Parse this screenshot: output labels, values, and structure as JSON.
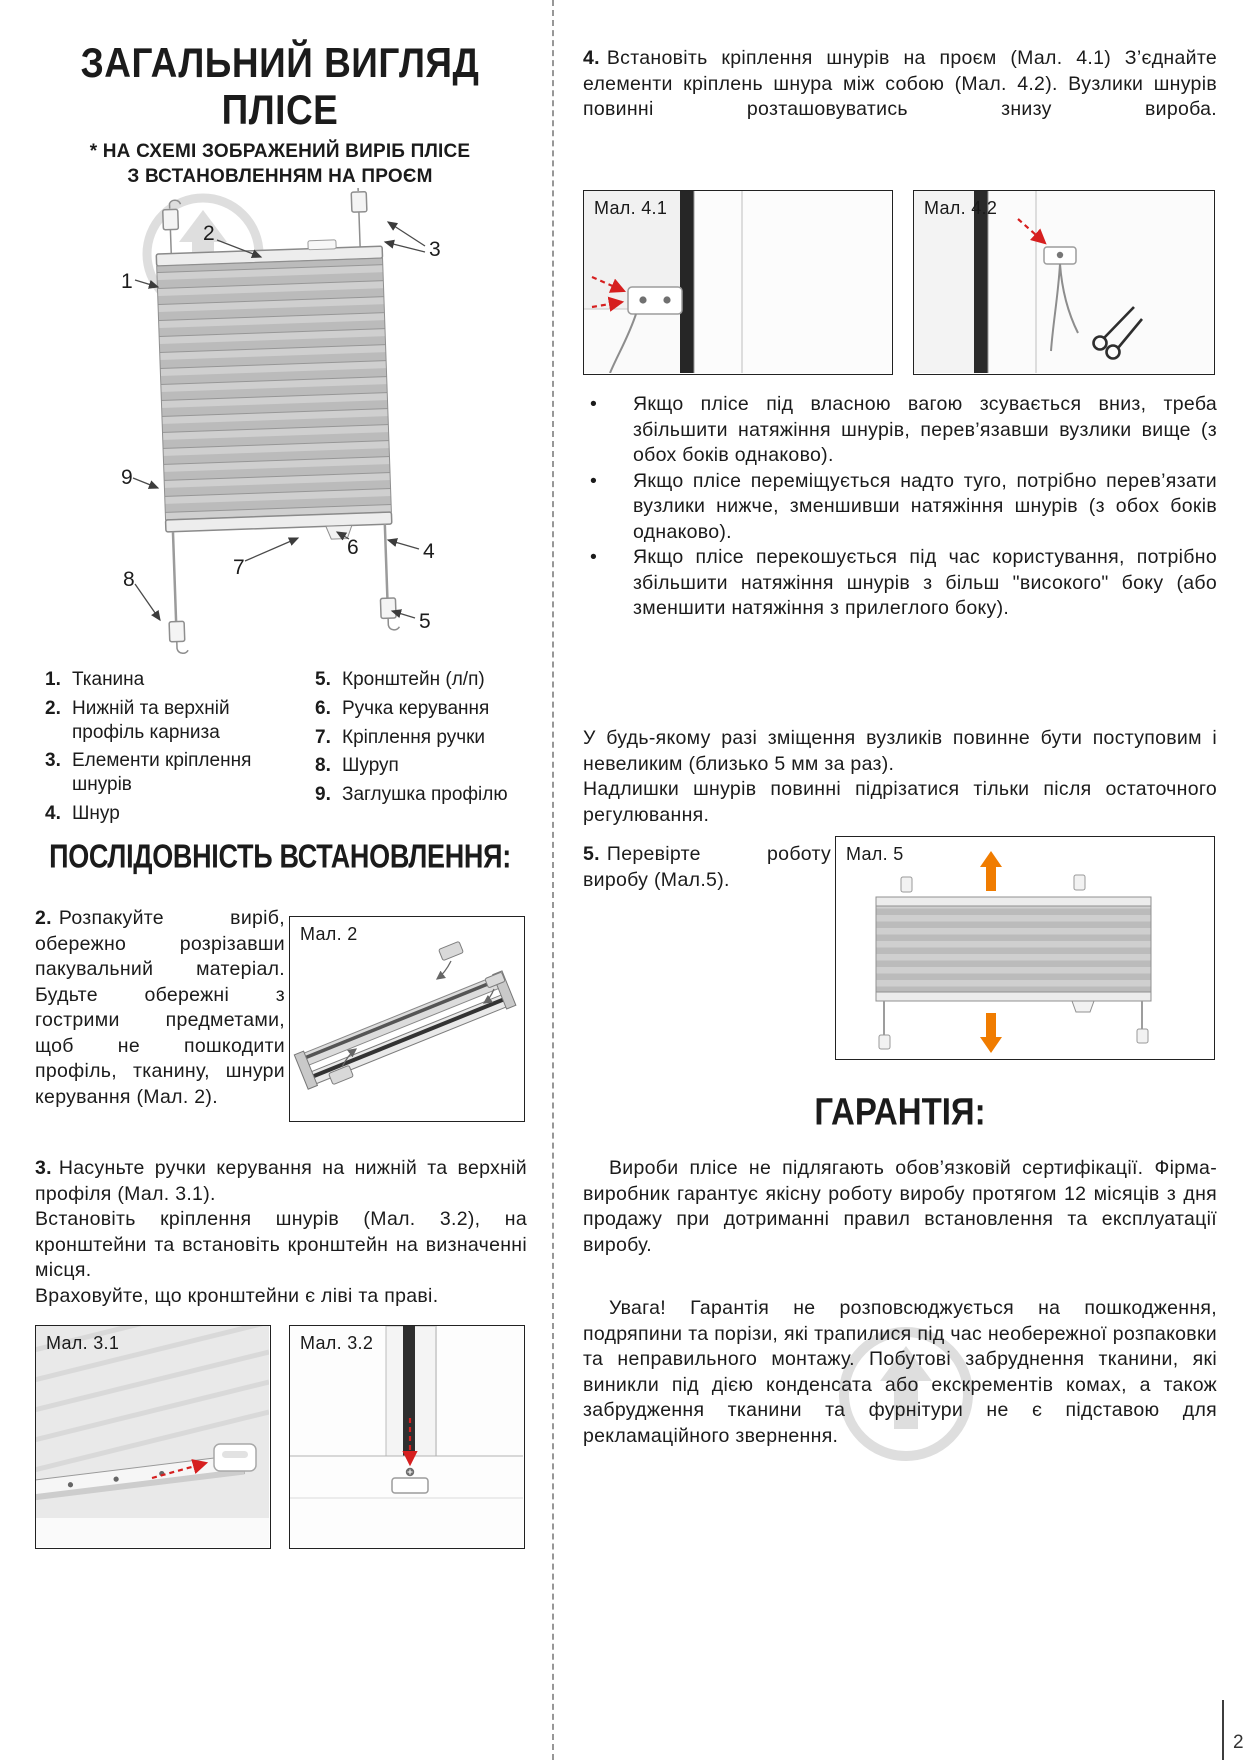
{
  "page": {
    "number": "2",
    "bullet_char": "•"
  },
  "left": {
    "title_line1": "ЗАГАЛЬНИЙ ВИГЛЯД",
    "title_line2": "ПЛІСЕ",
    "subtitle_line1": "* НА СХЕМІ ЗОБРАЖЕНИЙ ВИРІБ ПЛІСЕ",
    "subtitle_line2": "З ВСТАНОВЛЕННЯМ НА ПРОЄМ",
    "legend": {
      "col1": [
        {
          "num": "1.",
          "label": "Тканина"
        },
        {
          "num": "2.",
          "label": "Нижній та верхній профіль карниза"
        },
        {
          "num": "3.",
          "label": "Елементи кріплення шнурів"
        },
        {
          "num": "4.",
          "label": "Шнур"
        }
      ],
      "col2": [
        {
          "num": "5.",
          "label": "Кронштейн (л/п)"
        },
        {
          "num": "6.",
          "label": "Ручка керування"
        },
        {
          "num": "7.",
          "label": "Кріплення ручки"
        },
        {
          "num": "8.",
          "label": "Шуруп"
        },
        {
          "num": "9.",
          "label": "Заглушка профілю"
        }
      ]
    },
    "section_title": "ПОСЛІДОВНІСТЬ ВСТАНОВЛЕННЯ:",
    "step2": {
      "num": "2.",
      "body": "Розпакуйте виріб, обережно розрізавши пакувальний матеріал. Будьте обережні з гострими предметами, щоб не пошкодити профіль, тканину, шнури керування (Мал. 2)."
    },
    "fig2_label": "Мал. 2",
    "step3": {
      "num": "3.",
      "body1": "Насуньте ручки керування на нижній та верхній профіля (Мал. 3.1).",
      "body2": "Встановіть кріплення шнурів (Мал. 3.2), на кронштейни та встановіть кронштейн на визначенні місця.",
      "body3": "Враховуйте, що кронштейни є ліві та праві."
    },
    "fig31_label": "Мал. 3.1",
    "fig32_label": "Мал. 3.2"
  },
  "right": {
    "step4": {
      "num": "4.",
      "body": "Встановіть кріплення шнурів на проєм (Мал. 4.1) З’єднайте елементи кріплень шнура між собою (Мал. 4.2). Вузлики шнурів повинні розташовуватись знизу вироба."
    },
    "fig41_label": "Мал. 4.1",
    "fig42_label": "Мал. 4.2",
    "bullets": [
      "Якщо плісе під власною вагою зсувається вниз, треба збільшити натяжіння шнурів, перев’язавши вузлики вище (з обох боків однаково).",
      "Якщо плісе переміщується надто туго, потрібно перев’язати вузлики нижче, зменшивши натяжіння шнурів (з обох боків однаково).",
      "Якщо плісе перекошується під час користування, потрібно збільшити натяжіння шнурів з більш \"високого\" боку (або зменшити натяжіння з прилеглого боку)."
    ],
    "note1": "У будь-якому разі зміщення вузликів повинне бути поступовим і невеликим (близько 5 мм за раз).",
    "note2": "Надлишки шнурів повинні підрізатися тільки після остаточного регулювання.",
    "step5": {
      "num": "5.",
      "body": "Перевірте роботу виробу (Мал.5)."
    },
    "fig5_label": "Мал. 5",
    "warranty_title": "ГАРАНТІЯ:",
    "warranty_p1": "Вироби плісе не підлягають обов’язковій сертифікації. Фірма-виробник гарантує якісну роботу виробу протягом 12 місяців з дня продажу при дотриманні правил встановлення та експлуатації виробу.",
    "warranty_p2": "Увага! Гарантія не розповсюджується на пошкодження, подряпини та порізи, які трапилися під час необережної розпаковки та неправильного монтажу. Побутові забруднення тканини, які виникли під дією конденсата або екскрементів комах, а також забрудження тканини та фурнітури не є підставою для рекламаційного звернення."
  },
  "diagram": {
    "callouts": [
      "1",
      "2",
      "3",
      "4",
      "5",
      "6",
      "7",
      "8",
      "9"
    ]
  },
  "colors": {
    "arrow_red": "#d61f1f",
    "arrow_orange": "#f07c00",
    "watermark_gray": "#dedede"
  }
}
